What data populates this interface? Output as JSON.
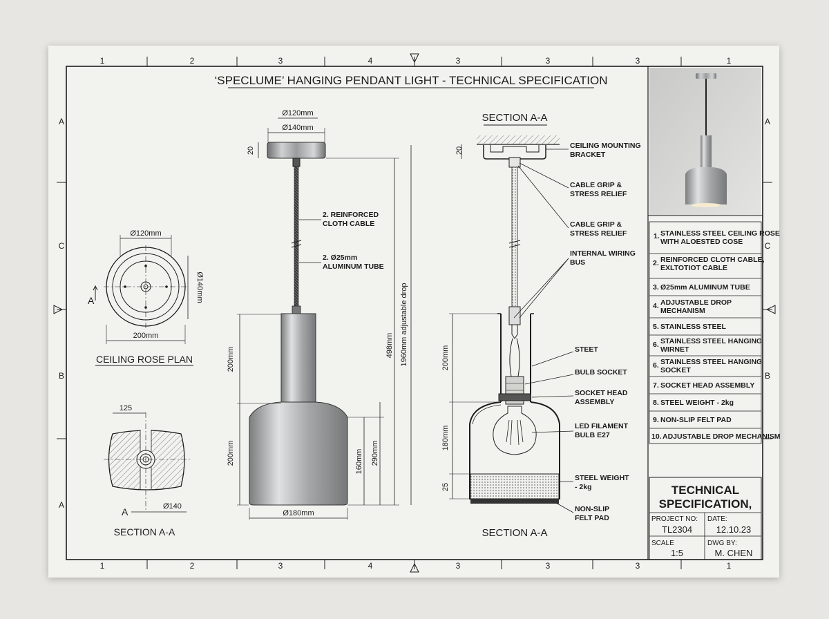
{
  "title": "‘SPECLUME’ HANGING PENDANT LIGHT - TECHNICAL SPECIFICATION",
  "border": {
    "columns": [
      "1",
      "2",
      "3",
      "4",
      "3",
      "3",
      "3",
      "1"
    ],
    "rows_left": [
      "A",
      "C",
      "B",
      "A"
    ],
    "rows_right": [
      "A",
      "C",
      "B"
    ]
  },
  "views": {
    "ceiling_rose_plan": "CEILING ROSE PLAN",
    "section_left": "SECTION A-A",
    "section_center_top": "SECTION A-A",
    "section_center_bottom": "SECTION A-A"
  },
  "dims": {
    "plan_dia120": "Ø120mm",
    "plan_dia140": "Ø140mm",
    "plan_200": "200mm",
    "plan_a": "A",
    "sec_125": "125",
    "sec_a": "A",
    "sec_dia140": "Ø140",
    "elev_dia120": "Ø120mm",
    "elev_dia140": "Ø140mm",
    "elev_20": "20",
    "elev_200_top": "200mm",
    "elev_200_bottom": "200mm",
    "elev_160": "160mm",
    "elev_290": "290mm",
    "elev_498": "498mm",
    "elev_drop": "1960mm adjustable drop",
    "elev_dia180": "Ø180mm",
    "sect_20": "20",
    "sect_200": "200mm",
    "sect_180": "180mm",
    "sect_25": "25"
  },
  "labels": {
    "elev_cable_1": "2. REINFORCED",
    "elev_cable_2": "CLOTH CABLE",
    "elev_tube_1": "2. Ø25mm",
    "elev_tube_2": "ALUMINUM TUBE",
    "bracket_1": "CEILING MOUNTING",
    "bracket_2": "BRACKET",
    "grip1_1": "CABLE GRIP &",
    "grip1_2": "STRESS RELIEF",
    "grip2_1": "CABLE GRIP &",
    "grip2_2": "STRESS RELIEF",
    "bus_1": "INTERNAL WIRING",
    "bus_2": "BUS",
    "steet": "STEET",
    "socket": "BULB SOCKET",
    "head_1": "SOCKET HEAD",
    "head_2": "ASSEMBLY",
    "led_1": "LED FILAMENT",
    "led_2": "BULB E27",
    "weight_1": "STEEL WEIGHT",
    "weight_2": "- 2kg",
    "felt_1": "NON-SLIP",
    "felt_2": "FELT PAD"
  },
  "parts": [
    {
      "num": "1.",
      "line1": "STAINLESS STEEL CEILING ROSE",
      "line2": "WITH ALOESTED COSE"
    },
    {
      "num": "2.",
      "line1": "REINFORCED CLOTH CABLE,",
      "line2": "EXLTOTIOT CABLE"
    },
    {
      "num": "3.",
      "line1": "Ø25mm ALUMINUM TUBE",
      "line2": ""
    },
    {
      "num": "4.",
      "line1": "ADJUSTABLE DROP",
      "line2": "MECHANISM"
    },
    {
      "num": "5.",
      "line1": "STAINLESS STEEL",
      "line2": ""
    },
    {
      "num": "6.",
      "line1": "STAINLESS STEEL HANGING",
      "line2": "WIRNET"
    },
    {
      "num": "6.",
      "line1": "STAINLESS STEEL HANGING",
      "line2": "SOCKET"
    },
    {
      "num": "7.",
      "line1": "SOCKET HEAD ASSEMBLY",
      "line2": ""
    },
    {
      "num": "8.",
      "line1": "STEEL WEIGHT - 2kg",
      "line2": ""
    },
    {
      "num": "9.",
      "line1": "NON-SLIP FELT PAD",
      "line2": ""
    },
    {
      "num": "10.",
      "line1": "ADJUSTABLE DROP MECHANISM",
      "line2": ""
    }
  ],
  "title_block": {
    "heading_1": "TECHNICAL",
    "heading_2": "SPECIFICATION,",
    "project_label": "PROJECT NO:",
    "project_value": "TL2304",
    "date_label": "DATE:",
    "date_value": "12.10.23",
    "scale_label": "SCALE",
    "scale_value": "1:5",
    "dwg_label": "DWG BY:",
    "dwg_value": "M. CHEN"
  }
}
